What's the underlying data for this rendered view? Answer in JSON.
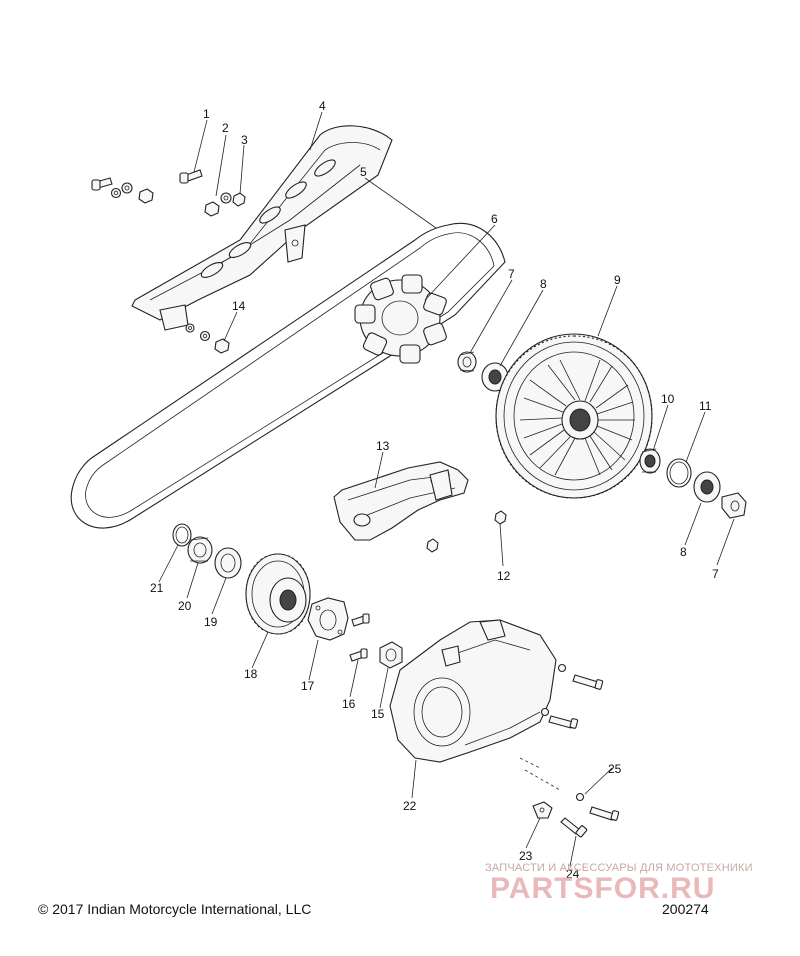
{
  "callouts": [
    {
      "id": 1,
      "label": "1"
    },
    {
      "id": 2,
      "label": "2"
    },
    {
      "id": 3,
      "label": "3"
    },
    {
      "id": 4,
      "label": "4"
    },
    {
      "id": 5,
      "label": "5"
    },
    {
      "id": 6,
      "label": "6"
    },
    {
      "id": 7,
      "label": "7"
    },
    {
      "id": 8,
      "label": "8"
    },
    {
      "id": 9,
      "label": "9"
    },
    {
      "id": 10,
      "label": "10"
    },
    {
      "id": 11,
      "label": "11"
    },
    {
      "id": 12,
      "label": "12"
    },
    {
      "id": 13,
      "label": "13"
    },
    {
      "id": 14,
      "label": "14"
    },
    {
      "id": 15,
      "label": "15"
    },
    {
      "id": 16,
      "label": "16"
    },
    {
      "id": 17,
      "label": "17"
    },
    {
      "id": 18,
      "label": "18"
    },
    {
      "id": 19,
      "label": "19"
    },
    {
      "id": 20,
      "label": "20"
    },
    {
      "id": 21,
      "label": "21"
    },
    {
      "id": 22,
      "label": "22"
    },
    {
      "id": 23,
      "label": "23"
    },
    {
      "id": 24,
      "label": "24"
    },
    {
      "id": 25,
      "label": "25"
    }
  ],
  "footer": {
    "copyright": "© 2017 Indian Motorcycle International, LLC",
    "diagram_number": "200274"
  },
  "watermark": {
    "caption": "ЗАПЧАСТИ И АКСЕССУАРЫ ДЛЯ МОТОТЕХНИКИ",
    "brand": "PARTSFOR.RU"
  }
}
